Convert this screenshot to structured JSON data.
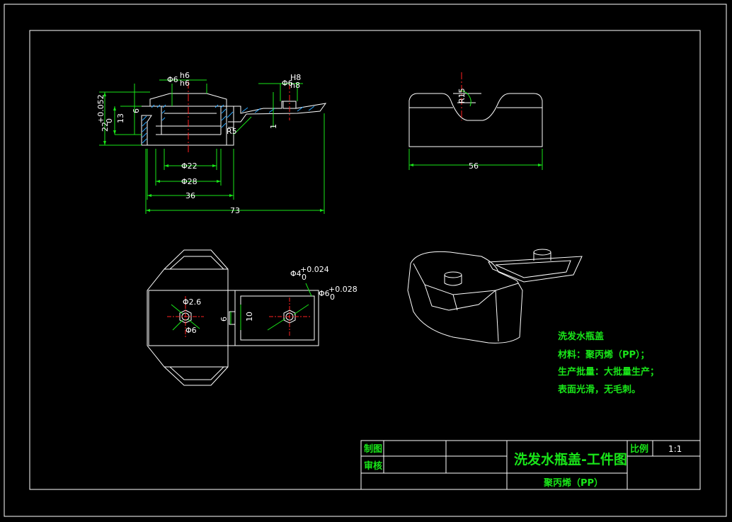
{
  "dimensions": {
    "d6_top": "Φ6",
    "d6_top_tol_up": "h6",
    "d6_top_tol_low": "h6",
    "d6_spout": "Φ6",
    "d6_spout_tol_up": "H8",
    "d6_spout_tol_low": "h8",
    "one": "1",
    "h22": "22",
    "h22_tol_up": "+0.052",
    "h22_tol_low": "0",
    "h13": "13",
    "h6": "6",
    "r5": "R5",
    "d22": "Φ22",
    "d28": "Φ28",
    "w36": "36",
    "w73": "73",
    "r15": "R15",
    "w56": "56",
    "d26": "Φ2.6",
    "d6_bottom": "Φ6",
    "w6": "6",
    "w10": "10",
    "d4": "Φ4",
    "d4_tol_up": "+0.024",
    "d4_tol_low": "0",
    "d6_right": "Φ6",
    "d6_right_tol_up": "+0.028",
    "d6_right_tol_low": "0"
  },
  "notes": {
    "line1": "洗发水瓶盖",
    "line2": "材料：聚丙烯（PP）；",
    "line3": "生产批量：大批量生产；",
    "line4": "表面光滑，无毛刺。"
  },
  "title_block": {
    "drawn_label": "制图",
    "checked_label": "审核",
    "title": "洗发水瓶盖-工件图",
    "scale_label": "比例",
    "scale_value": "1:1",
    "material": "聚丙烯（PP）"
  },
  "colors": {
    "background": "#000000",
    "outline": "#ffffff",
    "dimension": "#19e619",
    "center": "#ff2020",
    "hatch": "#2aa7ff"
  }
}
